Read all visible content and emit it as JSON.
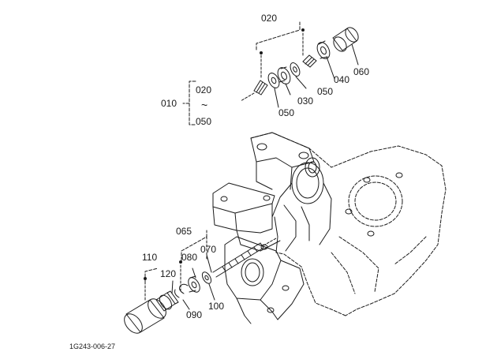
{
  "labels": {
    "p020_top": "020",
    "p060": "060",
    "p040": "040",
    "p050_right": "050",
    "p030": "030",
    "p050_left": "050",
    "p010": "010",
    "range_start": "020",
    "range_tilde": "~",
    "range_end": "050",
    "p065": "065",
    "p070": "070",
    "p080": "080",
    "p110": "110",
    "p120": "120",
    "p090": "090",
    "p100": "100",
    "figure_code": "1G243-006-27"
  }
}
